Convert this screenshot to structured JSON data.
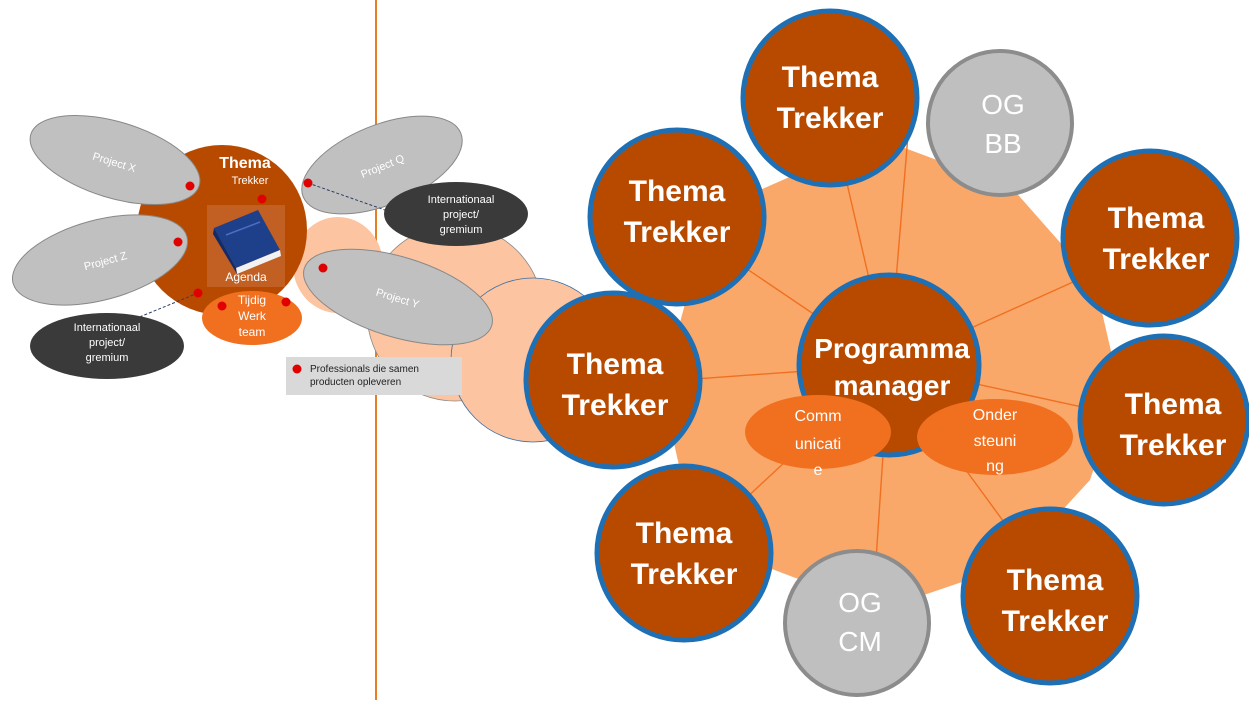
{
  "left_panel": {
    "theme_title": "Thema",
    "theme_subtitle": "Trekker",
    "agenda_label": "Agenda",
    "team_lines": [
      "Tijdig",
      "Werk",
      "team"
    ],
    "projects": {
      "x": "Project X",
      "q": "Project Q",
      "z": "Project Z",
      "y": "Project Y"
    },
    "international_top_lines": [
      "Internationaal",
      "project/",
      "gremium"
    ],
    "international_bottom_lines": [
      "Internationaal",
      "project/",
      "gremium"
    ],
    "legend_lines": [
      "Professionals die samen",
      "producten opleveren"
    ]
  },
  "right_panel": {
    "center_lines": [
      "Programma",
      "manager"
    ],
    "communicatie_lines": [
      "Comm",
      "unicati",
      "e"
    ],
    "ondersteuning_lines": [
      "Onder",
      "steuni",
      "ng"
    ],
    "theme_circle_lines": [
      "Thema",
      "Trekker"
    ],
    "og_bb_lines": [
      "OG",
      "BB"
    ],
    "og_cm_lines": [
      "OG",
      "CM"
    ]
  },
  "colors": {
    "divider": "#e67e22",
    "theme_fill": "#b84a00",
    "theme_stroke": "#1f6fb5",
    "hub_fill": "#f9a86a",
    "satellite_fill": "#fcc4a0",
    "accent_orange": "#f07020",
    "grey_fill": "#bfbfbf",
    "grey_stroke": "#8c8c8c",
    "dark_bubble": "#3a3a3a",
    "red_dot": "#e00000"
  }
}
